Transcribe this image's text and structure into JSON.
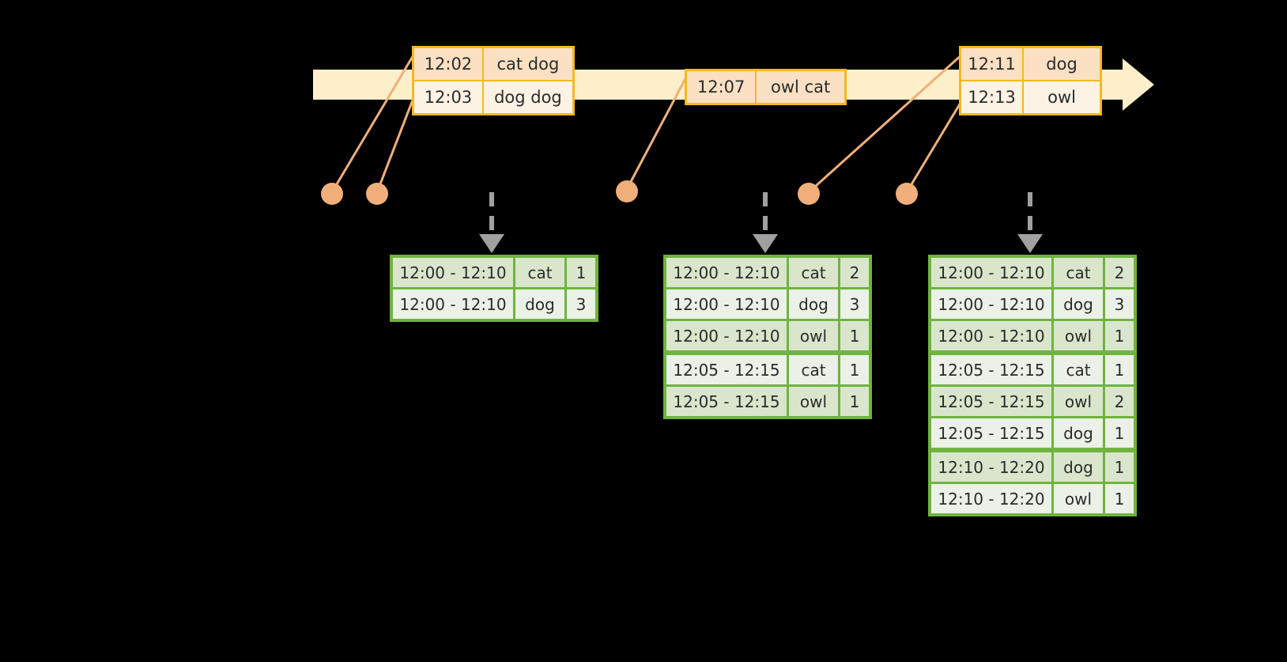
{
  "diagram": {
    "title": "sliding-window-aggregation-timeline",
    "colors": {
      "timeline_bar": "#FDEFC9",
      "event_border": "#F5B820",
      "event_fill": "#FDF3E4",
      "event_fill_shaded": "#FBE0C4",
      "dot": "#F0AF7A",
      "connector": "#F0AF7A",
      "table_border": "#6FB43F",
      "table_fill": "#EBF1E6",
      "table_fill_alt": "#D9E6CC",
      "arrow": "#A0A0A0",
      "background": "#000000"
    }
  },
  "timeline": {
    "name": "event-stream-timeline",
    "direction": "left-to-right",
    "event_groups": [
      {
        "name": "event-group-1",
        "rows": [
          {
            "time": "12:02",
            "value": "cat dog",
            "shaded": true
          },
          {
            "time": "12:03",
            "value": "dog dog",
            "shaded": false
          }
        ]
      },
      {
        "name": "event-group-2",
        "rows": [
          {
            "time": "12:07",
            "value": "owl cat",
            "shaded": true
          }
        ]
      },
      {
        "name": "event-group-3",
        "rows": [
          {
            "time": "12:11",
            "value": "dog",
            "shaded": true
          },
          {
            "time": "12:13",
            "value": "owl",
            "shaded": false
          }
        ]
      }
    ]
  },
  "dots": [
    {
      "name": "event-dot-1"
    },
    {
      "name": "event-dot-2"
    },
    {
      "name": "event-dot-3"
    },
    {
      "name": "event-dot-4"
    },
    {
      "name": "event-dot-5"
    }
  ],
  "tables": [
    {
      "name": "aggregation-table-1",
      "rows": [
        {
          "range": "12:00 - 12:10",
          "word": "cat",
          "count": "1",
          "alt": true,
          "sep": false
        },
        {
          "range": "12:00 - 12:10",
          "word": "dog",
          "count": "3",
          "alt": false,
          "sep": false
        }
      ]
    },
    {
      "name": "aggregation-table-2",
      "rows": [
        {
          "range": "12:00 - 12:10",
          "word": "cat",
          "count": "2",
          "alt": true,
          "sep": false
        },
        {
          "range": "12:00 - 12:10",
          "word": "dog",
          "count": "3",
          "alt": false,
          "sep": false
        },
        {
          "range": "12:00 - 12:10",
          "word": "owl",
          "count": "1",
          "alt": true,
          "sep": true
        },
        {
          "range": "12:05 - 12:15",
          "word": "cat",
          "count": "1",
          "alt": false,
          "sep": false
        },
        {
          "range": "12:05 - 12:15",
          "word": "owl",
          "count": "1",
          "alt": true,
          "sep": false
        }
      ]
    },
    {
      "name": "aggregation-table-3",
      "rows": [
        {
          "range": "12:00 - 12:10",
          "word": "cat",
          "count": "2",
          "alt": true,
          "sep": false
        },
        {
          "range": "12:00 - 12:10",
          "word": "dog",
          "count": "3",
          "alt": false,
          "sep": false
        },
        {
          "range": "12:00 - 12:10",
          "word": "owl",
          "count": "1",
          "alt": true,
          "sep": true
        },
        {
          "range": "12:05 - 12:15",
          "word": "cat",
          "count": "1",
          "alt": false,
          "sep": false
        },
        {
          "range": "12:05 - 12:15",
          "word": "owl",
          "count": "2",
          "alt": true,
          "sep": false
        },
        {
          "range": "12:05 - 12:15",
          "word": "dog",
          "count": "1",
          "alt": false,
          "sep": true
        },
        {
          "range": "12:10 - 12:20",
          "word": "dog",
          "count": "1",
          "alt": true,
          "sep": false
        },
        {
          "range": "12:10 - 12:20",
          "word": "owl",
          "count": "1",
          "alt": false,
          "sep": false
        }
      ]
    }
  ]
}
